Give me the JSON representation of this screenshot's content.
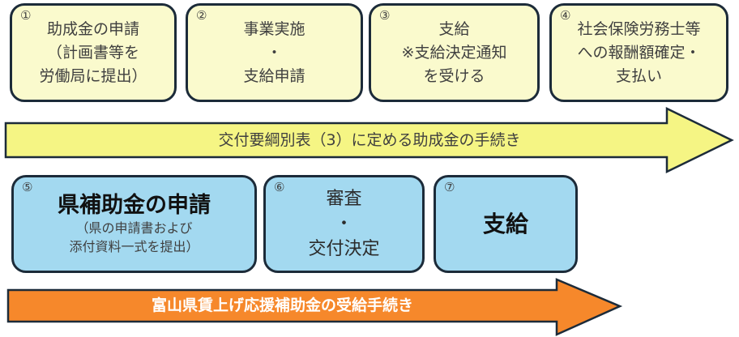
{
  "colors": {
    "cream_box_fill": "#FAFACD",
    "blue_box_fill": "#A3D9F0",
    "box_border": "#1C2B39",
    "yellow_arrow_fill": "#F5F584",
    "orange_arrow_fill": "#F6882B",
    "dark_text": "#3F3F3F",
    "white_text": "#FFFFFF"
  },
  "top_row": {
    "boxes": [
      {
        "number": "①",
        "lines": [
          "助成金の申請",
          "（計画書等を",
          "労働局に提出）"
        ]
      },
      {
        "number": "②",
        "lines": [
          "事業実施",
          "・",
          "支給申請"
        ]
      },
      {
        "number": "③",
        "lines": [
          "支給",
          "※支給決定通知",
          "を受ける"
        ]
      },
      {
        "number": "④",
        "lines": [
          "社会保険労務士等",
          "への報酬額確定・",
          "支払い"
        ]
      }
    ]
  },
  "yellow_arrow": {
    "label": "交付要綱別表（3）に定める助成金の手続き"
  },
  "bottom_row": {
    "boxes": [
      {
        "number": "⑤",
        "title": "県補助金の申請",
        "sub_lines": [
          "（県の申請書および",
          "添付資料一式を提出）"
        ]
      },
      {
        "number": "⑥",
        "lines": [
          "審査",
          "・",
          "交付決定"
        ]
      },
      {
        "number": "⑦",
        "title": "支給"
      }
    ]
  },
  "orange_arrow": {
    "label": "富山県賃上げ応援補助金の受給手続き"
  }
}
